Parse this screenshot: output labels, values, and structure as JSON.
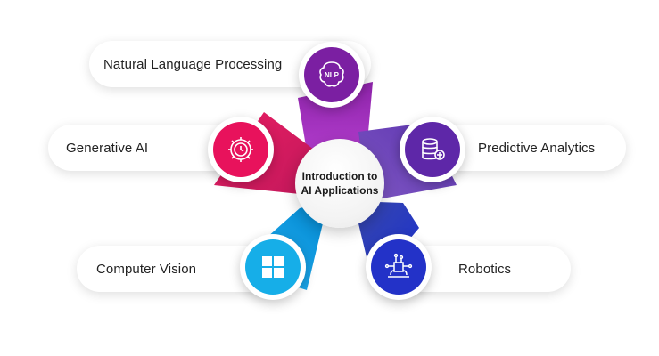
{
  "center": {
    "line1": "Introduction to",
    "line2": "AI Applications"
  },
  "items": [
    {
      "label": "Natural Language Processing",
      "icon": "nlp-brain-icon",
      "color": "#7b1fa2",
      "icon_text": "NLP"
    },
    {
      "label": "Generative AI",
      "icon": "gear-clock-icon",
      "color": "#e8125c"
    },
    {
      "label": "Predictive Analytics",
      "icon": "database-plus-icon",
      "color": "#5e27a8"
    },
    {
      "label": "Computer Vision",
      "icon": "windows-icon",
      "color": "#16aee8"
    },
    {
      "label": "Robotics",
      "icon": "circuit-chip-icon",
      "color": "#2332c8"
    }
  ]
}
